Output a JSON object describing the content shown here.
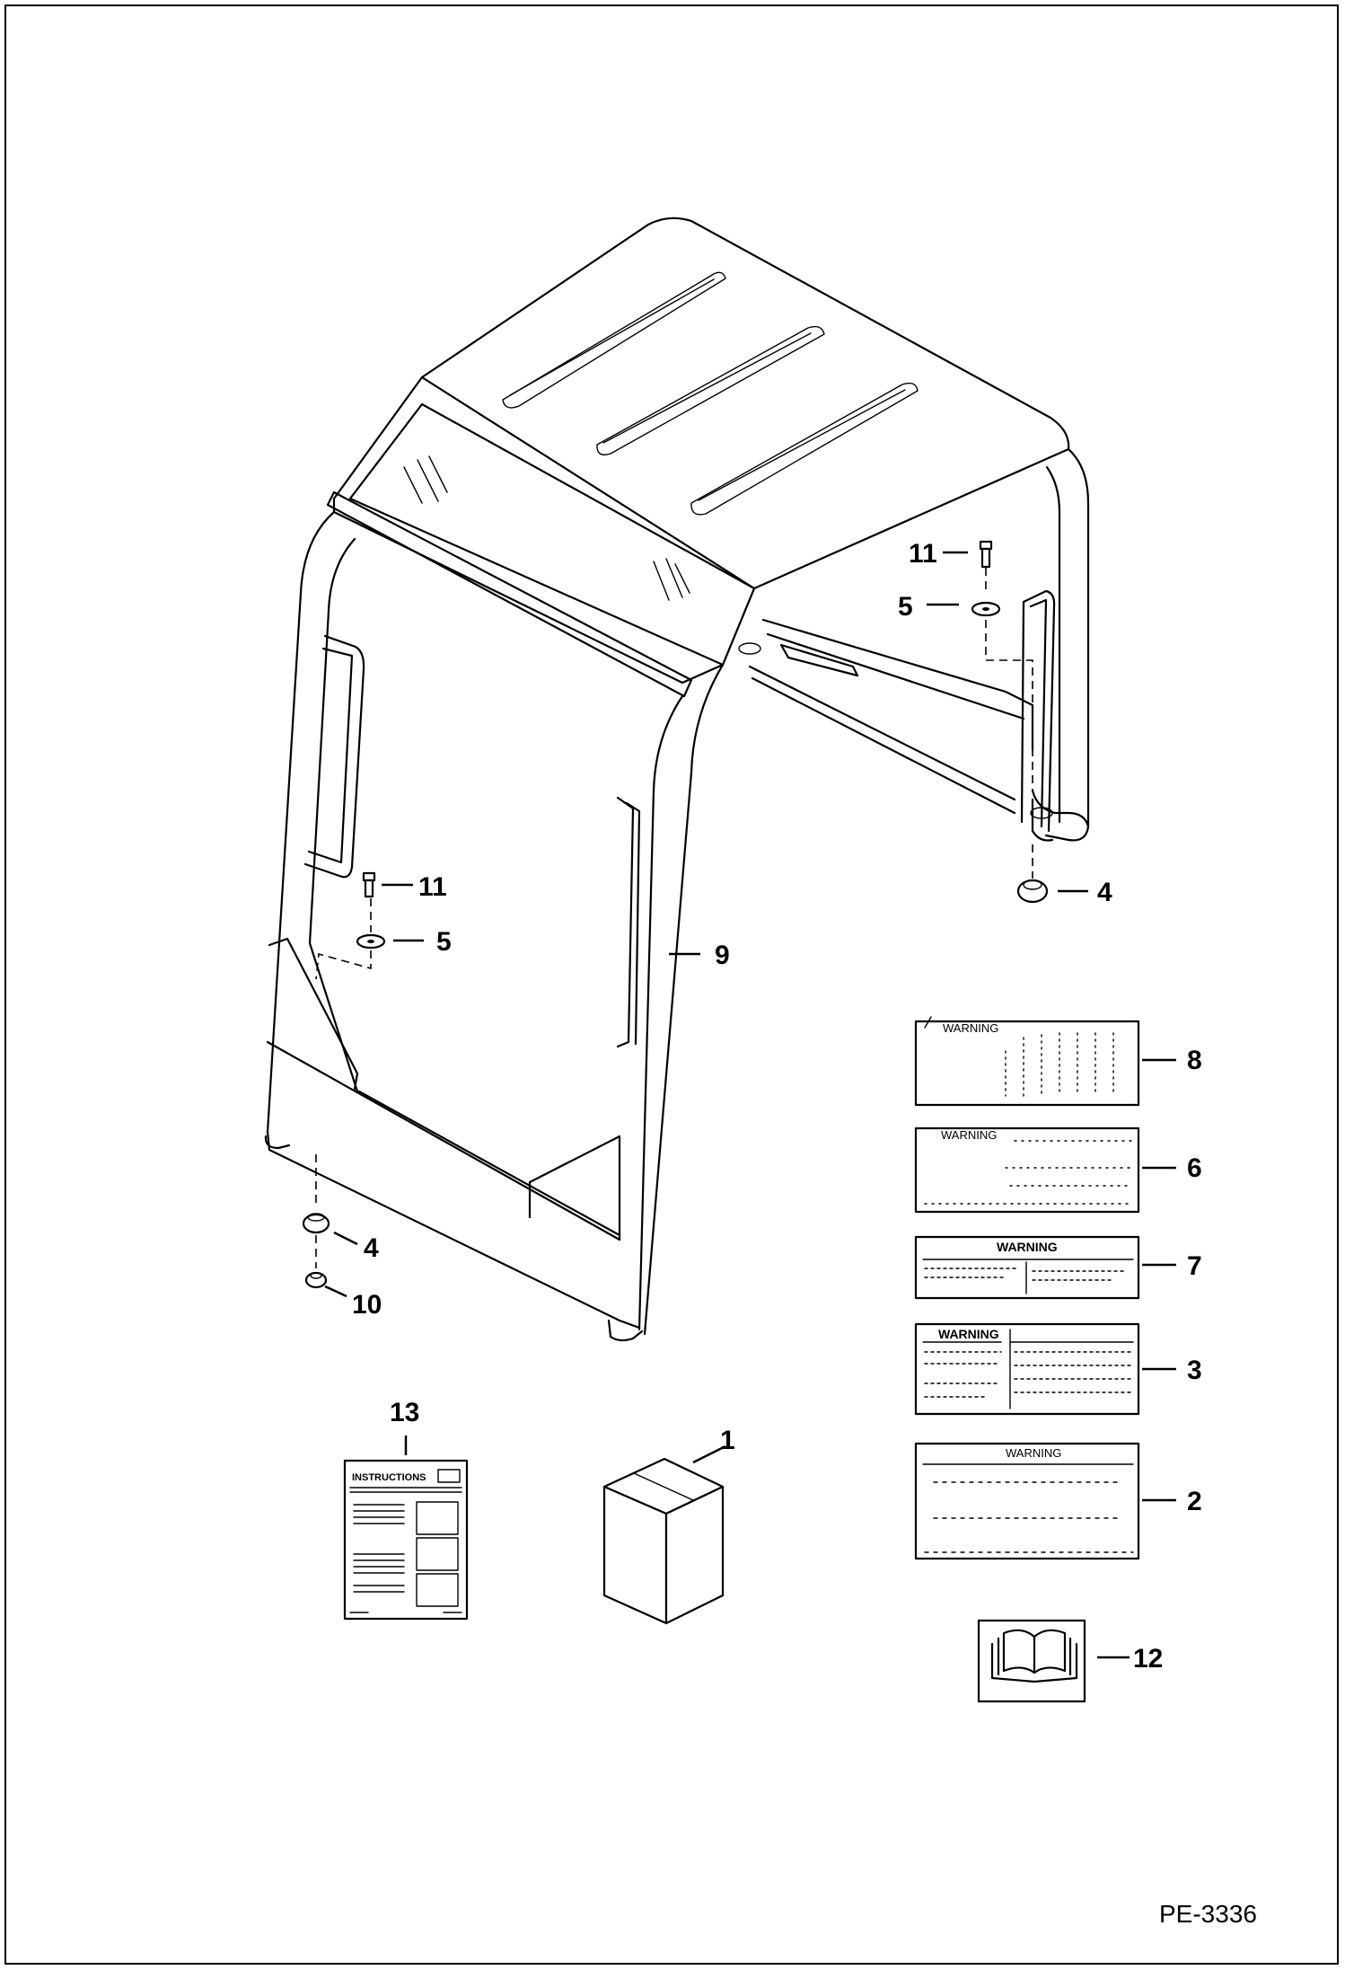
{
  "callouts": {
    "c1": "1",
    "c2": "2",
    "c3": "3",
    "c4a": "4",
    "c4b": "4",
    "c5a": "5",
    "c5b": "5",
    "c6": "6",
    "c7": "7",
    "c8": "8",
    "c9": "9",
    "c10": "10",
    "c11a": "11",
    "c11b": "11",
    "c12": "12",
    "c13": "13"
  },
  "decals": {
    "d8": "WARNING",
    "d6": "WARNING",
    "d7": "WARNING",
    "d3": "WARNING",
    "d2": "WARNING"
  },
  "instructions_title": "INSTRUCTIONS",
  "drawing_number": "PE-3336"
}
